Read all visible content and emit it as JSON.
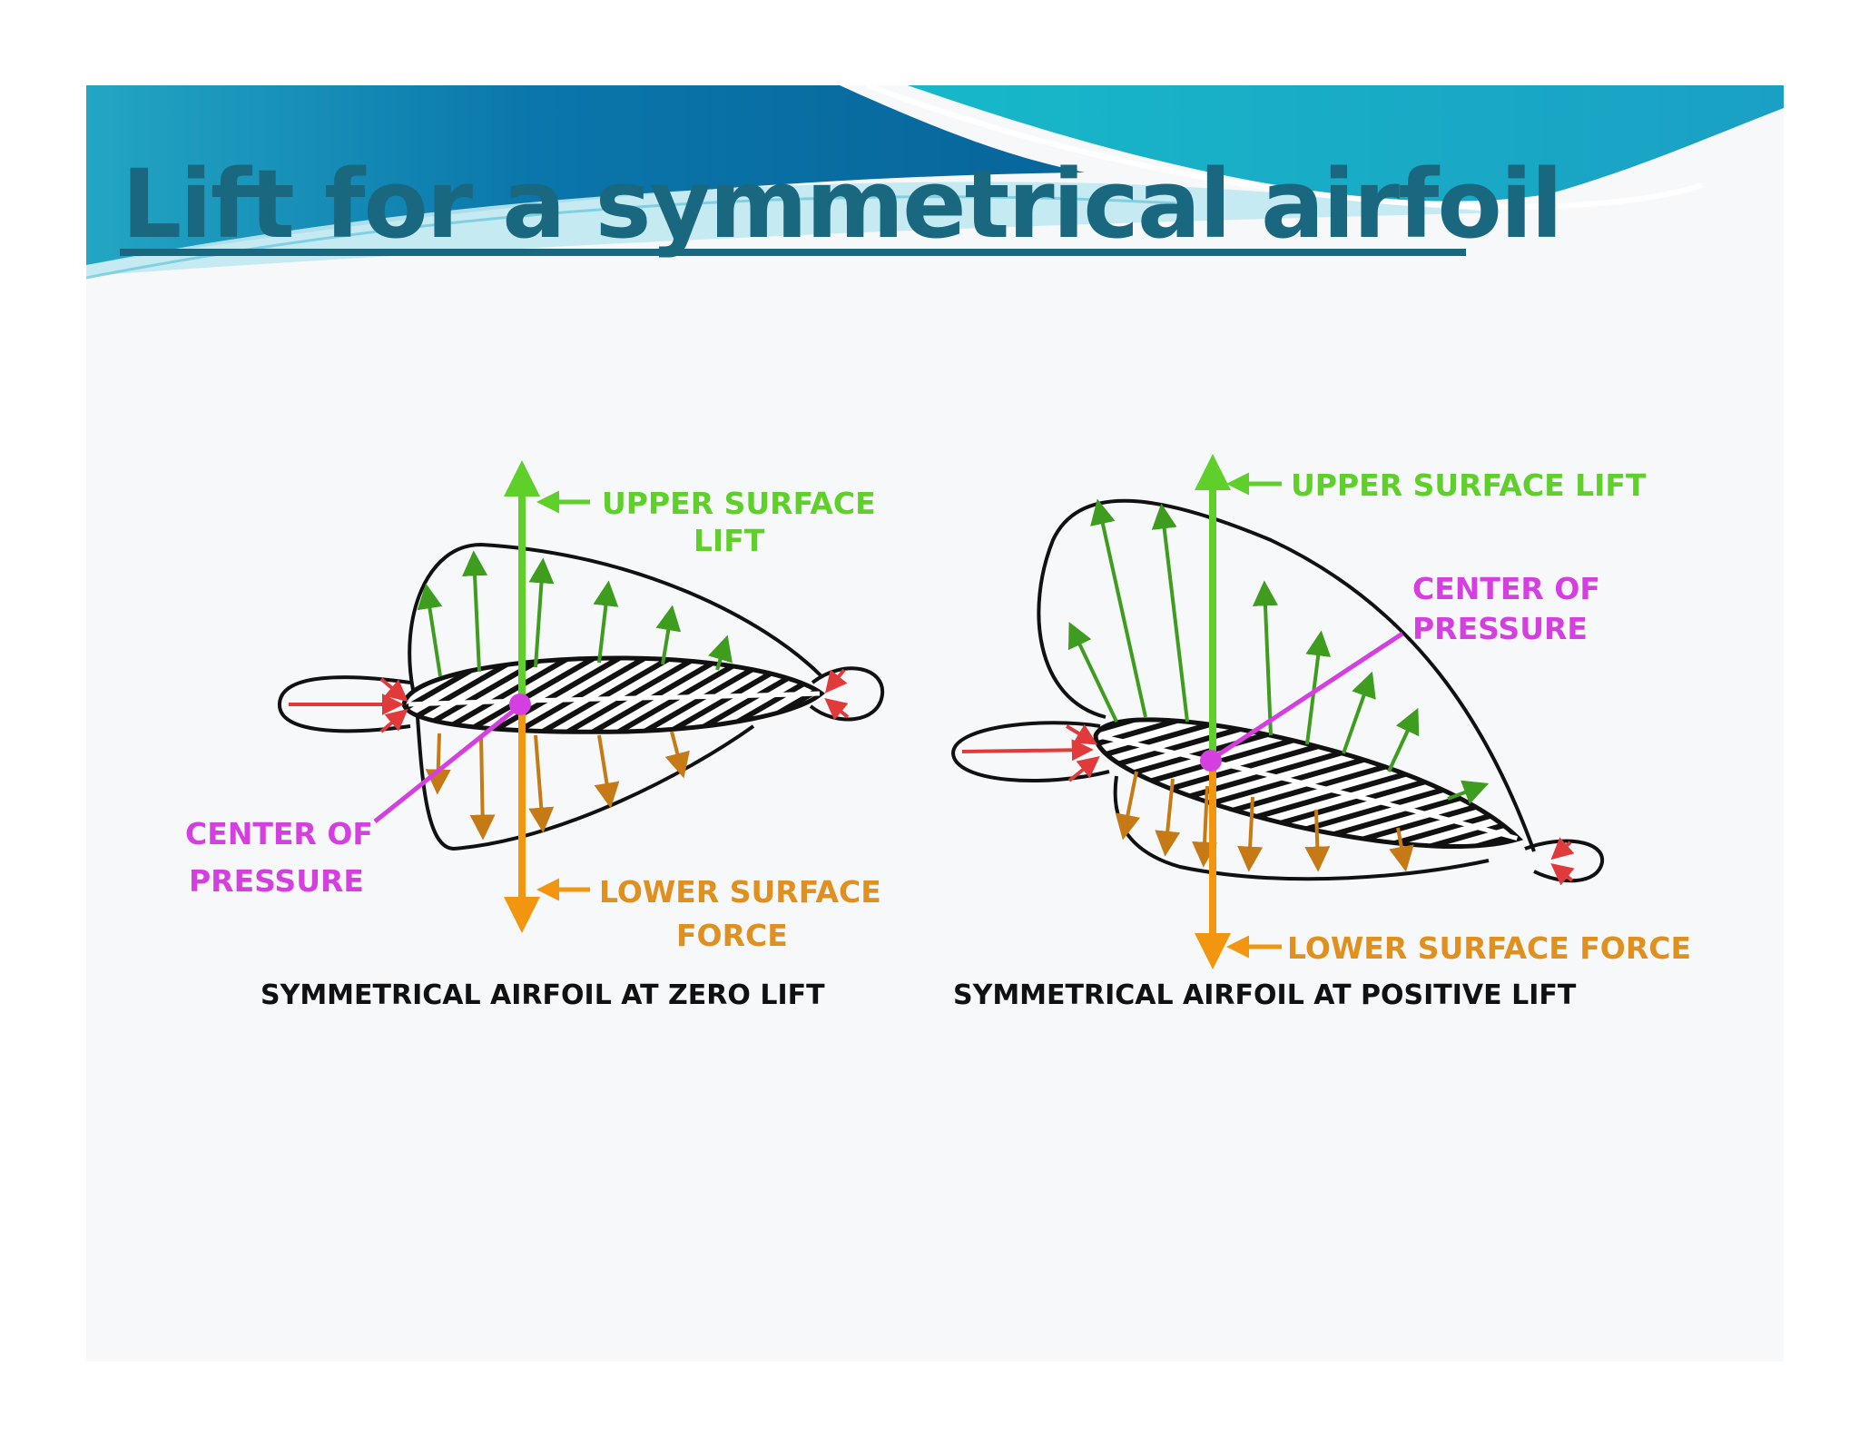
{
  "title": "Lift for a symmetrical airfoil",
  "colors": {
    "title": "#1a6880",
    "upper_lift": "#5fcf2a",
    "lower_force": "#e0901e",
    "center_of_pressure": "#d53fe0",
    "leading_edge_arrows": "#e03a3a"
  },
  "left_diagram": {
    "upper_label_line1": "UPPER SURFACE",
    "upper_label_line2": "LIFT",
    "cp_label_line1": "CENTER  OF",
    "cp_label_line2": "PRESSURE",
    "lower_label_line1": "LOWER SURFACE",
    "lower_label_line2": "FORCE",
    "caption": "SYMMETRICAL AIRFOIL  AT ZERO LIFT"
  },
  "right_diagram": {
    "upper_label": "UPPER SURFACE LIFT",
    "cp_label_line1": "CENTER OF",
    "cp_label_line2": "PRESSURE",
    "lower_label": "LOWER SURFACE FORCE",
    "caption": "SYMMETRICAL AIRFOIL  AT POSITIVE LIFT"
  }
}
